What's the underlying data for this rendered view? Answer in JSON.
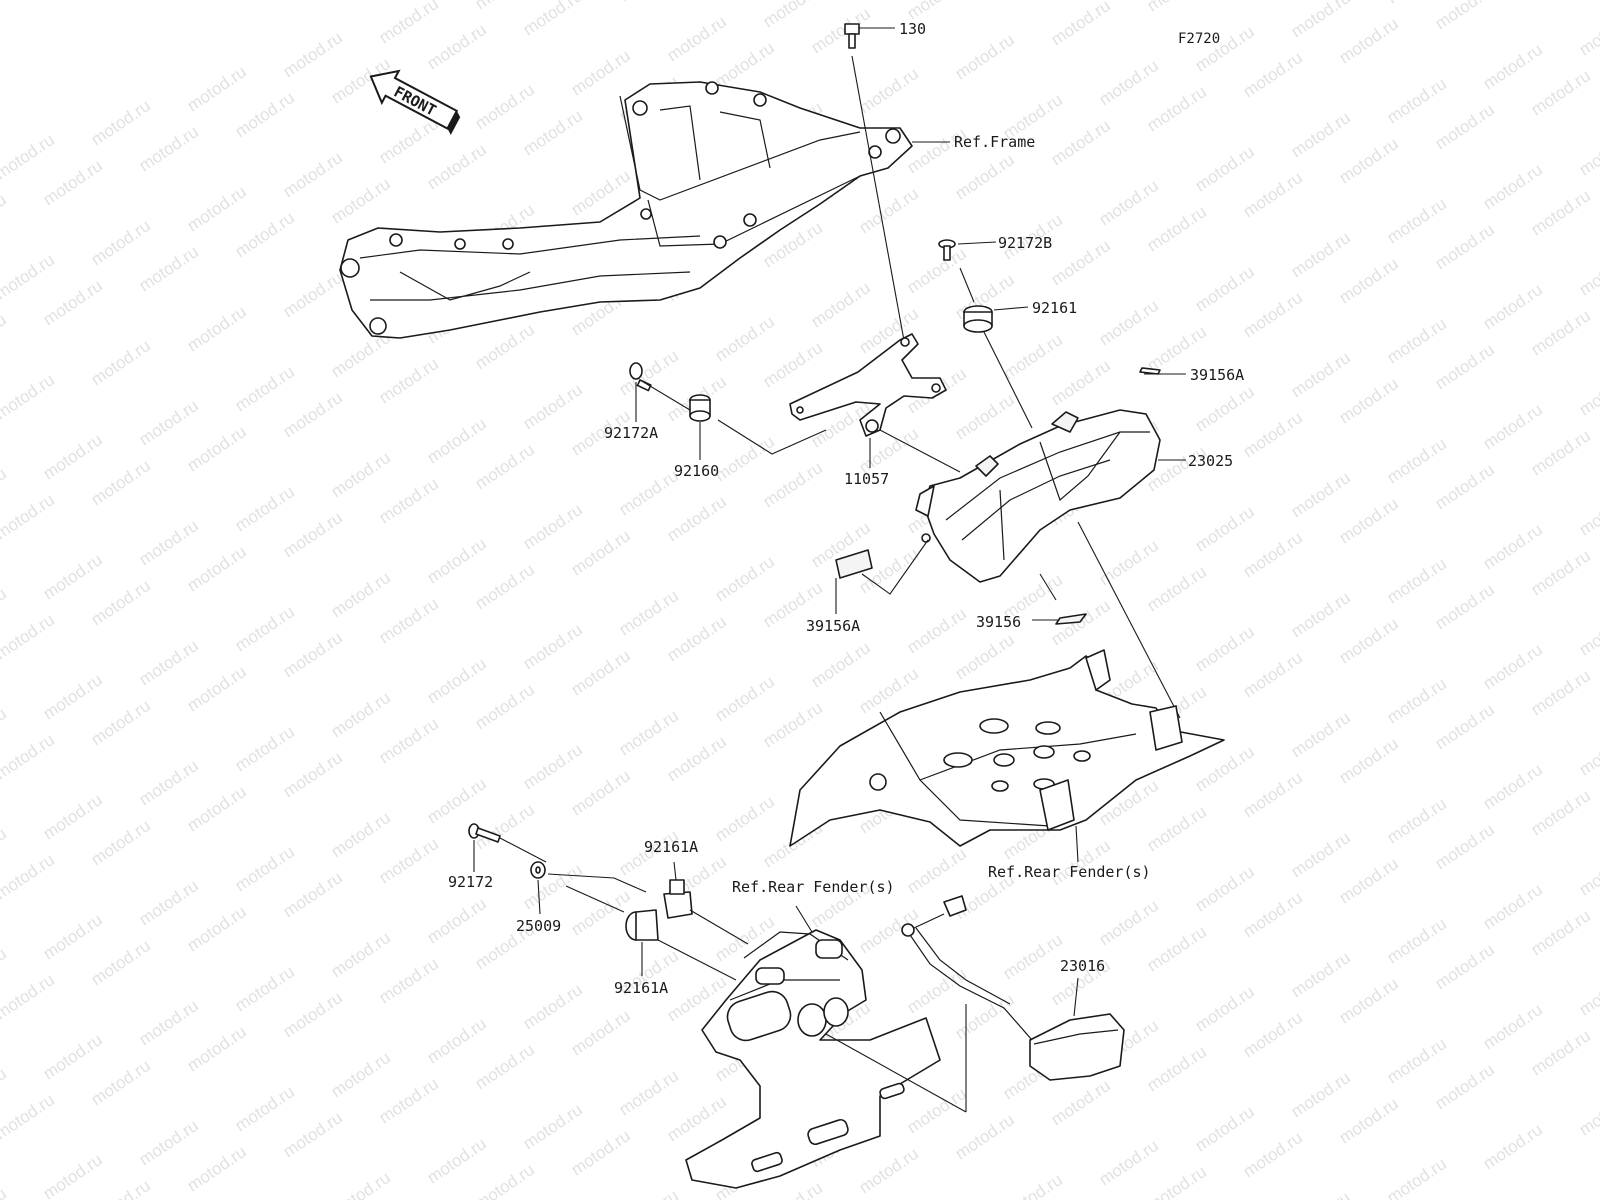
{
  "diagram": {
    "code": "F2720",
    "watermark_text": "motod.ru",
    "front_label": "FRONT",
    "labels": {
      "p130": "130",
      "ref_frame": "Ref.Frame",
      "p92172b": "92172B",
      "p92161": "92161",
      "p39156a_top": "39156A",
      "p23025": "23025",
      "p92172a": "92172A",
      "p92160": "92160",
      "p11057": "11057",
      "p39156a_mid": "39156A",
      "p39156": "39156",
      "ref_rear_fender_right": "Ref.Rear Fender(s)",
      "ref_rear_fender_left": "Ref.Rear Fender(s)",
      "p92161a_top": "92161A",
      "p92172": "92172",
      "p25009": "25009",
      "p92161a_bottom": "92161A",
      "p23016": "23016"
    }
  }
}
